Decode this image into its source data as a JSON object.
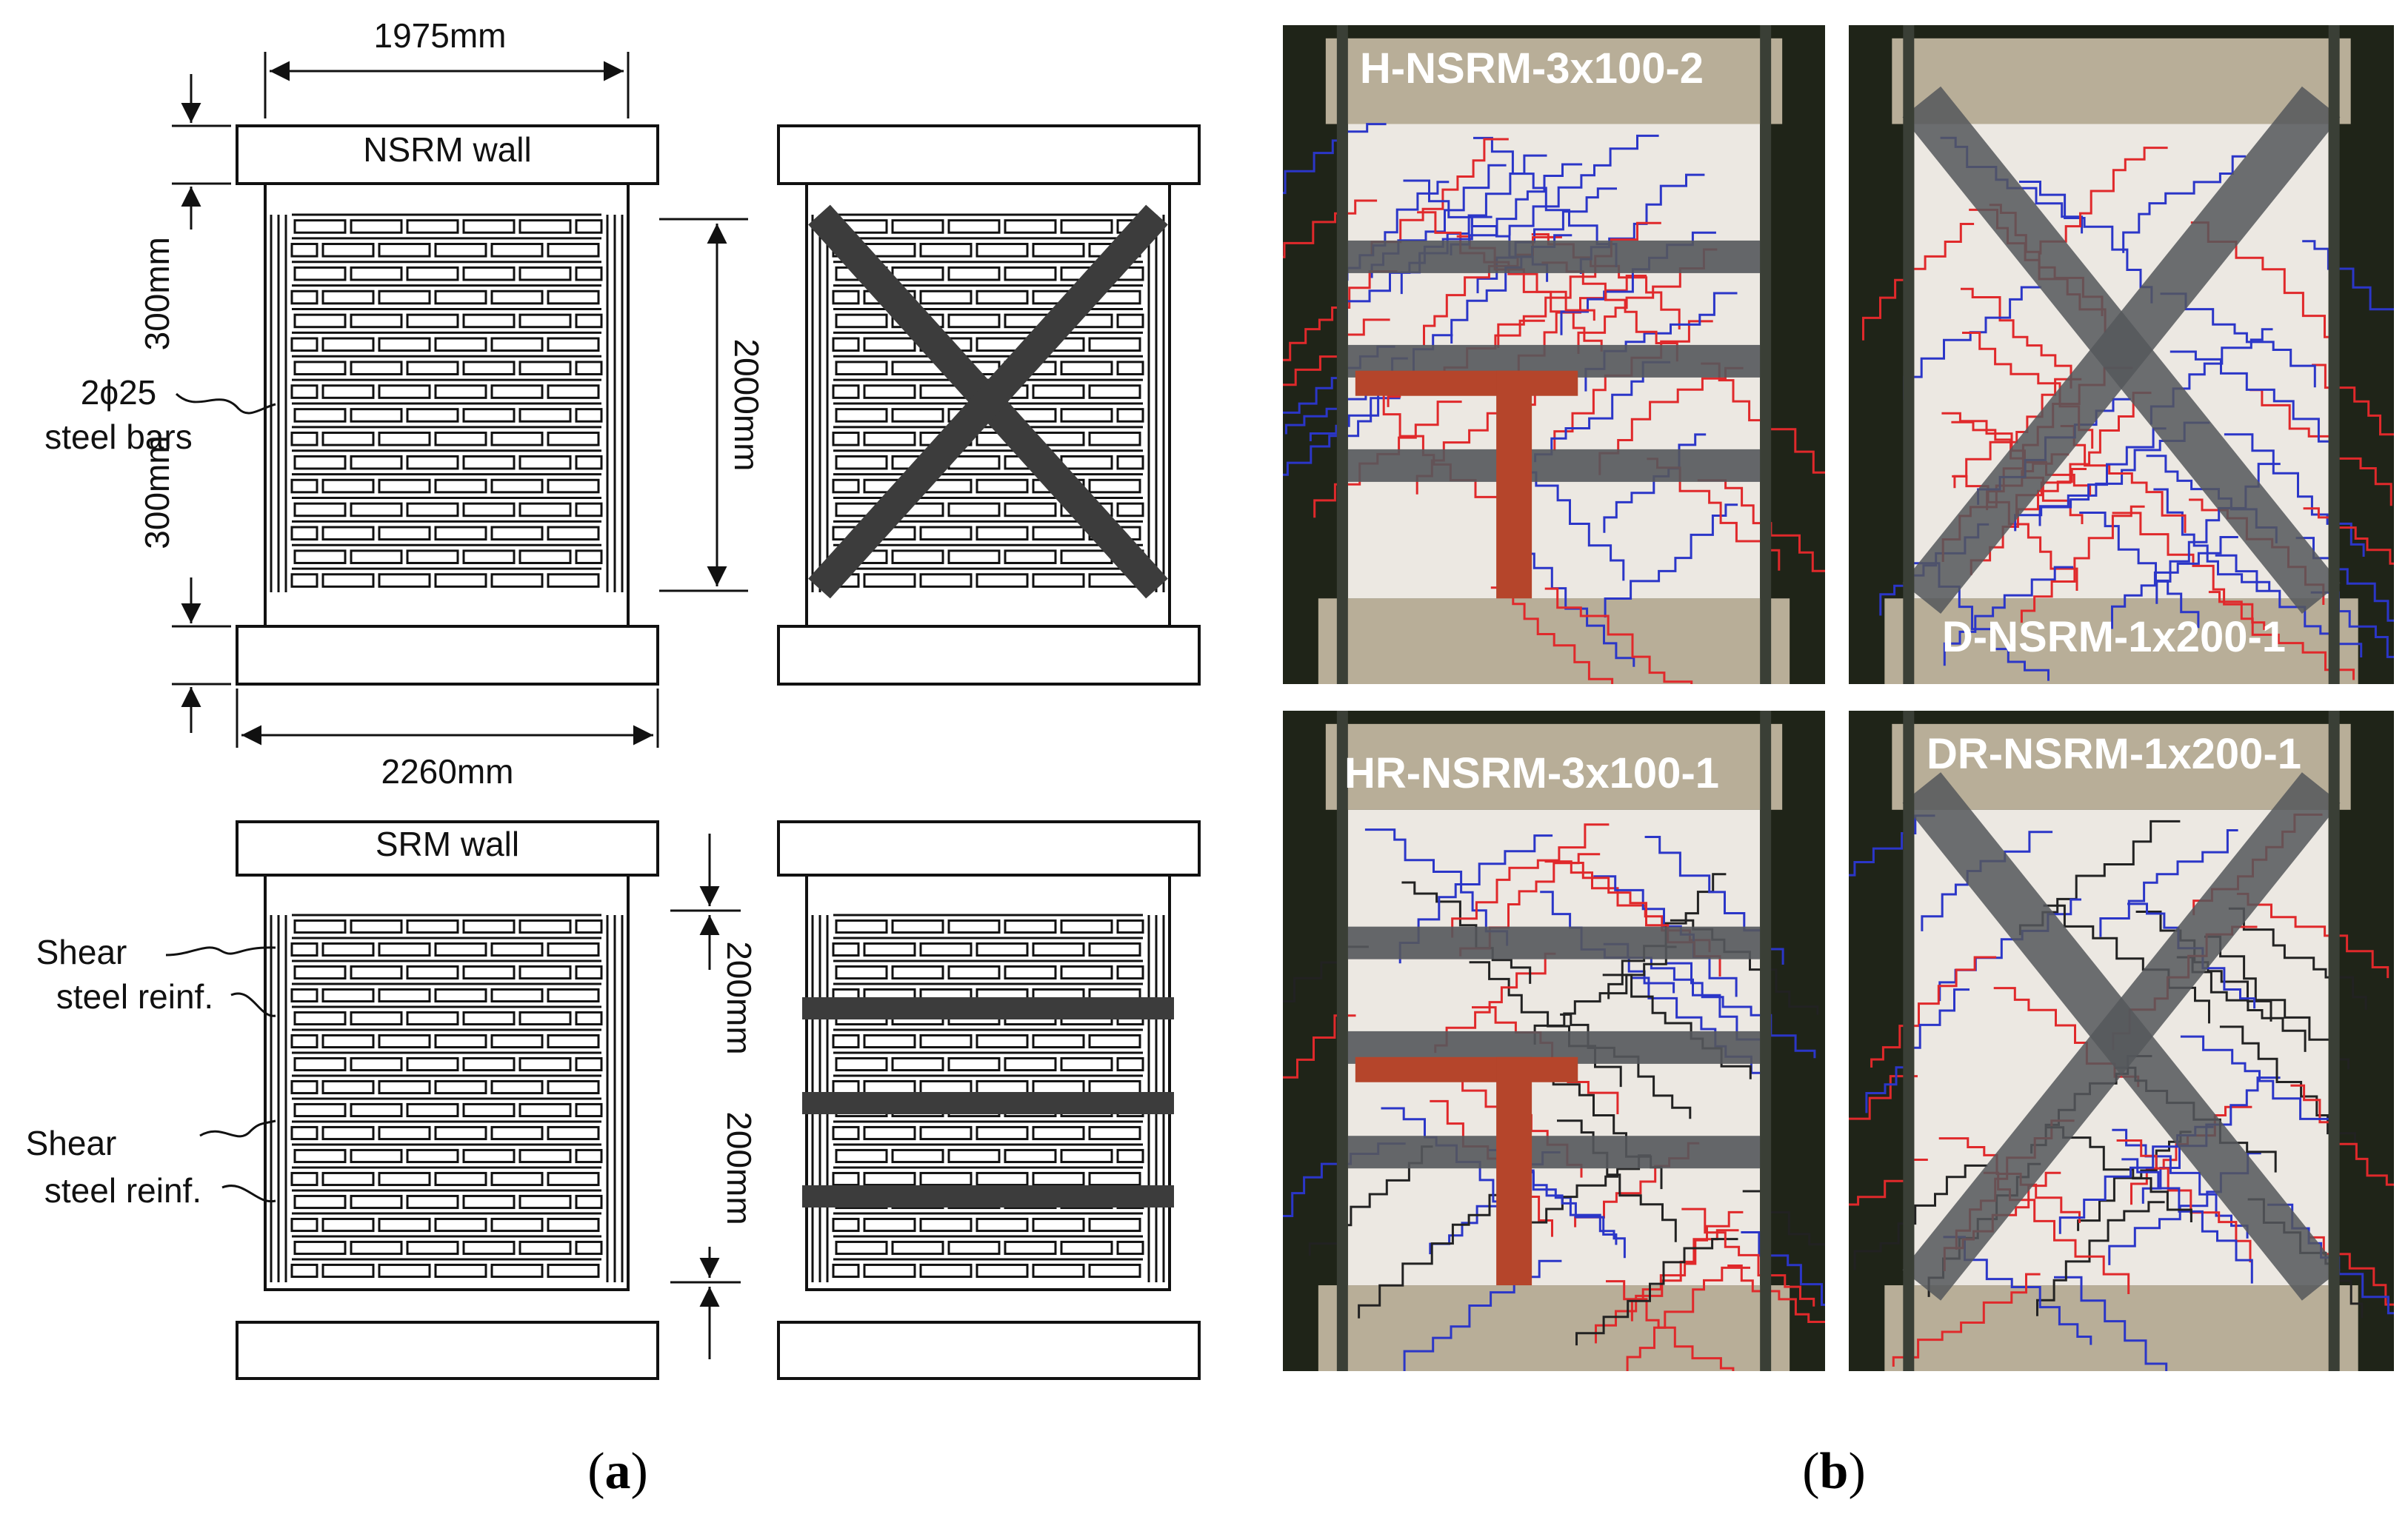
{
  "panel_a": {
    "caption_open": "(",
    "caption_letter": "a",
    "caption_close": ")",
    "top_width_dim": "1975mm",
    "bottom_width_dim": "2260mm",
    "beam_height_top": "300mm",
    "beam_height_bottom": "300mm",
    "wall_height_dim": "2000mm",
    "nsrm_label": "NSRM wall",
    "srm_label": "SRM wall",
    "steel_bars_line1": "2ϕ25",
    "steel_bars_line2": "steel bars",
    "shear_reinf_1_line1": "Shear",
    "shear_reinf_1_line2": "steel reinf.",
    "shear_reinf_2_line1": "Shear",
    "shear_reinf_2_line2": "steel reinf.",
    "spacing_dim_1": "200mm",
    "spacing_dim_2": "200mm"
  },
  "panel_b": {
    "caption_open": "(",
    "caption_letter": "b",
    "caption_close": ")",
    "photos": [
      {
        "label": "H-NSRM-3x100-2"
      },
      {
        "label": "D-NSRM-1x200-1"
      },
      {
        "label": "HR-NSRM-3x100-1"
      },
      {
        "label": "DR-NSRM-1x200-1"
      }
    ]
  },
  "colors": {
    "line": "#111111",
    "strip": "#3c3c3c",
    "photo_bg": "#1f2418",
    "concrete": "#b8ae98",
    "wall_face": "#ece8e2",
    "crack_red": "#e0292b",
    "crack_blue": "#2b36c8",
    "crack_black": "#222222",
    "brick": "#b5452b",
    "steel_strip": "#55585c"
  }
}
